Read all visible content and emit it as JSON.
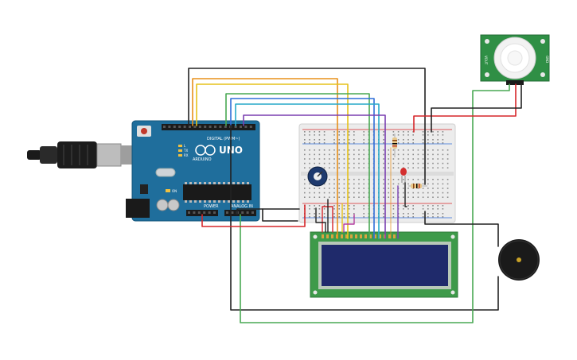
{
  "arduino": {
    "brand": "UNO",
    "sub_brand": "ARDUINO",
    "digital_label": "DIGITAL (PWM~)",
    "power_label": "POWER",
    "analog_label": "ANALOG IN",
    "led_tx": "TX",
    "led_rx": "RX",
    "led_l": "L",
    "led_on": "ON"
  },
  "pir_sensor": {
    "side_left": "VOUT",
    "side_right": "GND"
  },
  "colors": {
    "arduino_board": "#1f6e9c",
    "breadboard": "#ececec",
    "lcd_board": "#3e9a4a",
    "lcd_screen": "#1f2a6b",
    "pir_board": "#2f8f45",
    "wire_black": "#222222",
    "wire_red": "#d6262a",
    "wire_green": "#49a853",
    "wire_orange": "#e8901a",
    "wire_yellow": "#e6c21a",
    "wire_blue": "#2f6ed8",
    "wire_cyan": "#27a9c9",
    "wire_purple": "#7a3fb0",
    "buzzer": "#1a1a1a"
  }
}
